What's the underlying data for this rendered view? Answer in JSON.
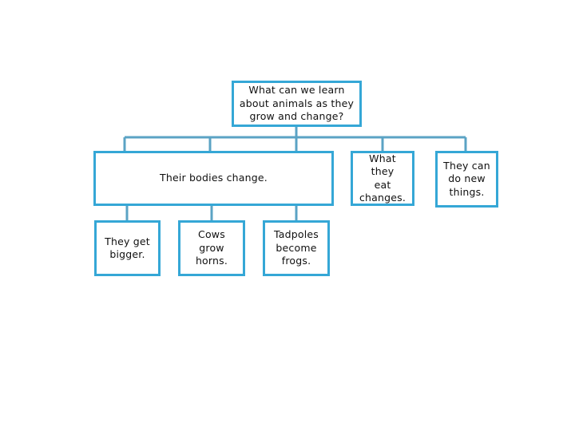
{
  "diagram": {
    "type": "hierarchy-tree",
    "title_node": "root",
    "background_color": "#ffffff",
    "border_color": "#35a7d6",
    "connector_color": "#5ba3c4",
    "text_color": "#101010",
    "nodes": {
      "root": {
        "label": "What can we learn\nabout animals as they\ngrow and change?",
        "level": 0
      },
      "bodies": {
        "label": "Their bodies change.",
        "level": 1
      },
      "eat": {
        "label": "What they\neat changes.",
        "level": 1
      },
      "newthings": {
        "label": "They can\ndo new\nthings.",
        "level": 1
      },
      "bigger": {
        "label": "They get\nbigger.",
        "level": 2
      },
      "cows": {
        "label": "Cows grow\nhorns.",
        "level": 2
      },
      "tadpoles": {
        "label": "Tadpoles\nbecome\nfrogs.",
        "level": 2
      }
    },
    "edges": [
      {
        "from": "root",
        "to": "bodies"
      },
      {
        "from": "root",
        "to": "eat"
      },
      {
        "from": "root",
        "to": "newthings"
      },
      {
        "from": "bodies",
        "to": "bigger"
      },
      {
        "from": "bodies",
        "to": "cows"
      },
      {
        "from": "bodies",
        "to": "tadpoles"
      }
    ]
  }
}
